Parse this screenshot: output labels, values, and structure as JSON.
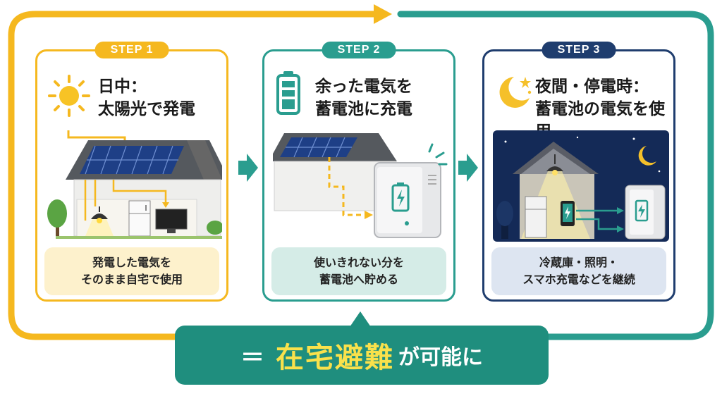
{
  "steps": [
    {
      "badge": "STEP 1",
      "title_line1": "日中：",
      "title_line2": "太陽光で発電",
      "note_line1": "発電した電気を",
      "note_line2": "そのまま自宅で使用"
    },
    {
      "badge": "STEP 2",
      "title_line1": "余った電気を",
      "title_line2": "蓄電池に充電",
      "note_line1": "使いきれない分を",
      "note_line2": "蓄電池へ貯める"
    },
    {
      "badge": "STEP 3",
      "title_line1": "夜間・停電時：",
      "title_line2": "蓄電池の電気を使用",
      "note_line1": "冷蔵庫・照明・",
      "note_line2": "スマホ充電などを継続"
    }
  ],
  "result": {
    "prefix": "＝",
    "highlight": "在宅避難",
    "suffix": "が可能に"
  },
  "colors": {
    "step1": "#f5b81f",
    "step2": "#2a9d8f",
    "step3": "#1f3d6e",
    "banner": "#1f8e7e",
    "highlight": "#f9e14b"
  },
  "icons": {
    "step1": "sun-icon",
    "step2": "battery-icon",
    "step3": "moon-icon"
  }
}
